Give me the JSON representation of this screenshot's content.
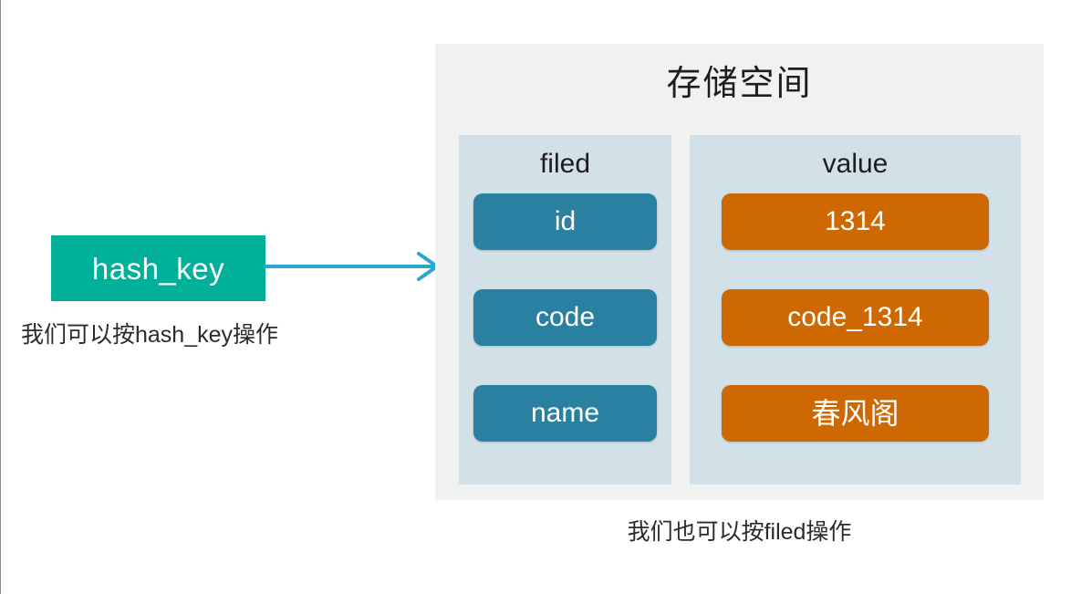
{
  "diagram": {
    "hash_key": {
      "label": "hash_key",
      "color": "#00b098",
      "caption": "我们可以按hash_key操作"
    },
    "arrow": {
      "name": "hash-key-to-storage-arrow",
      "color": "#2ba6d0"
    },
    "storage": {
      "title": "存储空间",
      "background": "#f0f1f1",
      "column_background": "#d2e0e7",
      "columns": [
        {
          "key": "filed",
          "header": "filed",
          "pill_color": "#2a80a0",
          "items": [
            "id",
            "code",
            "name"
          ]
        },
        {
          "key": "value",
          "header": "value",
          "pill_color": "#cd6803",
          "items": [
            "1314",
            "code_1314",
            "春风阁"
          ]
        }
      ],
      "caption": "我们也可以按filed操作"
    }
  }
}
